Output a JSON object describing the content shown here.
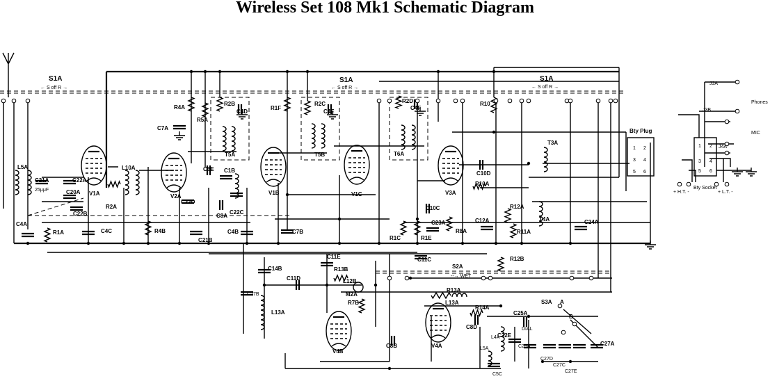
{
  "title": "Wireless Set 108 Mk1 Schematic Diagram",
  "switch_labels": {
    "s1a": "S1A",
    "s1a_dir": "← S off R →",
    "s2a": "S2A",
    "s2a_dir": "--→ WET",
    "s3a": "S3A",
    "s3a_a": "A",
    "s3a_b": "B",
    "dial": "DIAL"
  },
  "valves": {
    "v1a": "V1A",
    "v2a": "V2A",
    "v1b": "V1B",
    "v1c": "V1C",
    "v3a": "V3A",
    "v4b": "V4B",
    "v4a": "V4A"
  },
  "components": {
    "l5a": "L5A",
    "c21a": "C21A",
    "c21a_val": "25μμF",
    "c22a": "C22A",
    "c20a": "C20A",
    "c22b": "C22B",
    "c4a": "C4A",
    "r1a": "R1A",
    "l10a": "L10A",
    "r2a": "R2A",
    "c4c": "C4C",
    "r4b": "R4B",
    "r4a": "R4A",
    "r5a": "R5A",
    "c7a": "C7A",
    "r2b": "R2B",
    "c4d": "C4D",
    "t5a": "T5A",
    "c6e": "C6E",
    "c1b": "C1B",
    "c22d": "C22D",
    "c8a": "C8A",
    "c22c": "C22C",
    "c21b": "C21B",
    "c4b": "C4B",
    "r1f": "R1F",
    "r2c": "R2C",
    "c4e": "C4E",
    "t5b": "T5B",
    "c7b": "C7B",
    "r2d": "R2D",
    "c4f": "C4F",
    "t6a": "T6A",
    "r10": "R10",
    "c10d": "C10D",
    "r10a": "R10A",
    "c10c": "C10C",
    "c23a": "C23A",
    "r8a": "R8A",
    "r1c": "R1C",
    "r1e": "R1E",
    "c12a": "C12A",
    "r12a": "R12A",
    "r11a": "R11A",
    "t3a": "T3A",
    "t4a": "T4A",
    "c24a": "C24A",
    "c14b": "C14B",
    "c27b": "C27B",
    "l13a_left": "L13A",
    "c11d": "C11D",
    "c11e": "C11E",
    "r13b": "R13B",
    "l12b": "L12B",
    "m2a": "M2A",
    "r7b": "R7B",
    "c8b": "C8B",
    "c11c": "C11C",
    "r12b": "R12B",
    "r13a": "R13A",
    "l13a": "L13A",
    "r14a": "R14A",
    "c8d": "C8D",
    "c25a": "C25A",
    "l4a": "L4A",
    "l5a_osc": "L5A",
    "c22e": "C22E",
    "c5c": "C5C",
    "c26a": "C26A",
    "c27d": "C27D",
    "c27c": "C27C",
    "c27e": "C27E",
    "c27a": "C27A"
  },
  "battery": {
    "plug": "Bty Plug",
    "socket": "Bty Socket",
    "pins": [
      "1",
      "2",
      "3",
      "4",
      "5",
      "6"
    ],
    "ht": "+ H.T. -",
    "lt": "+ L.T. -"
  },
  "jacks": {
    "j3a": "J3A",
    "j3b": "J3B",
    "j4a": "J4A",
    "phones": "Phones",
    "mic": "MIC"
  }
}
